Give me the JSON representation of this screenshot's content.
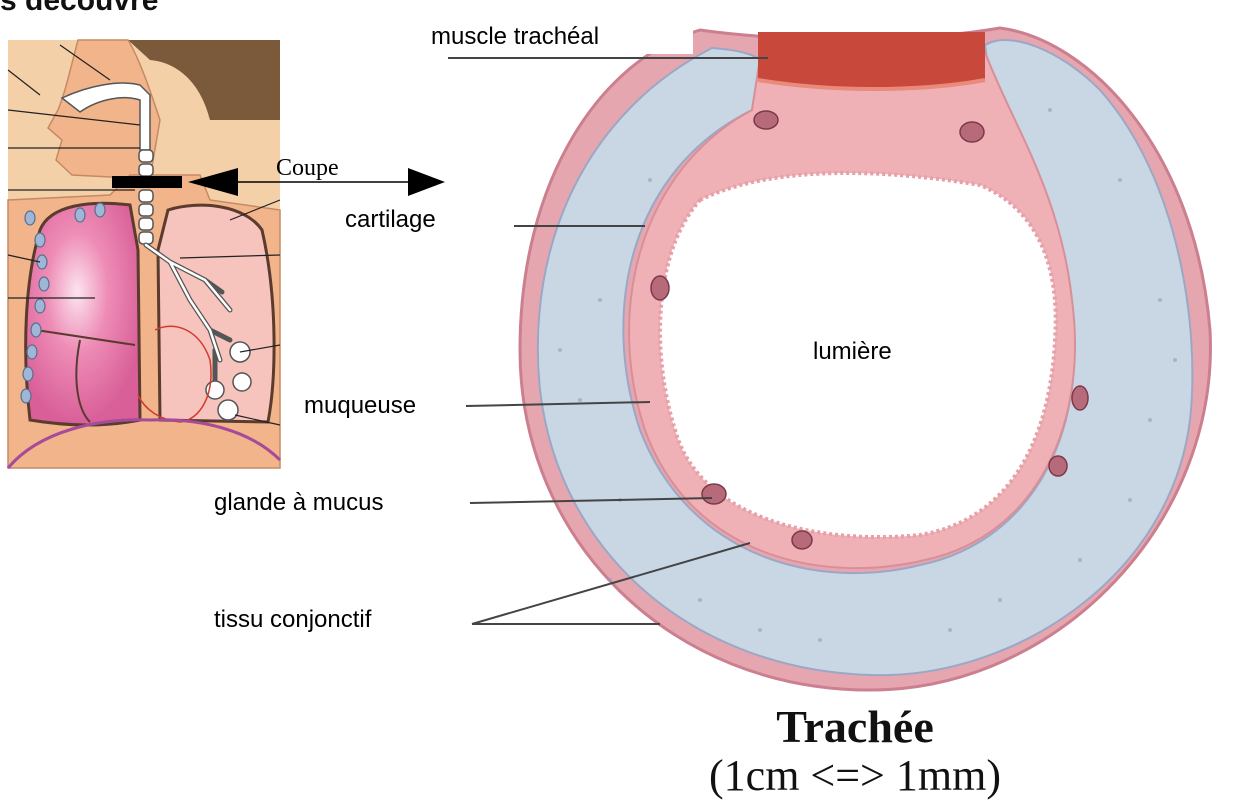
{
  "page": {
    "heading_fragment": "s découvre"
  },
  "thorax_figure": {
    "cut_label": "Coupe"
  },
  "trachea_section": {
    "labels": {
      "muscle": "muscle trachéal",
      "cartilage": "cartilage",
      "lumen": "lumière",
      "mucosa": "muqueuse",
      "gland": "glande à mucus",
      "connective": "tissu conjonctif"
    },
    "caption": {
      "title": "Trachée",
      "scale": "(1cm <=> 1mm)"
    }
  },
  "colors": {
    "cartilage_fill": "#c9d6e4",
    "mucosa_fill": "#efb0b6",
    "muscle_fill": "#c8483c",
    "outer_ring": "#d98a96",
    "lung_pink": "#e879a8",
    "skin": "#f2b48a",
    "hair": "#7a5a3a"
  }
}
